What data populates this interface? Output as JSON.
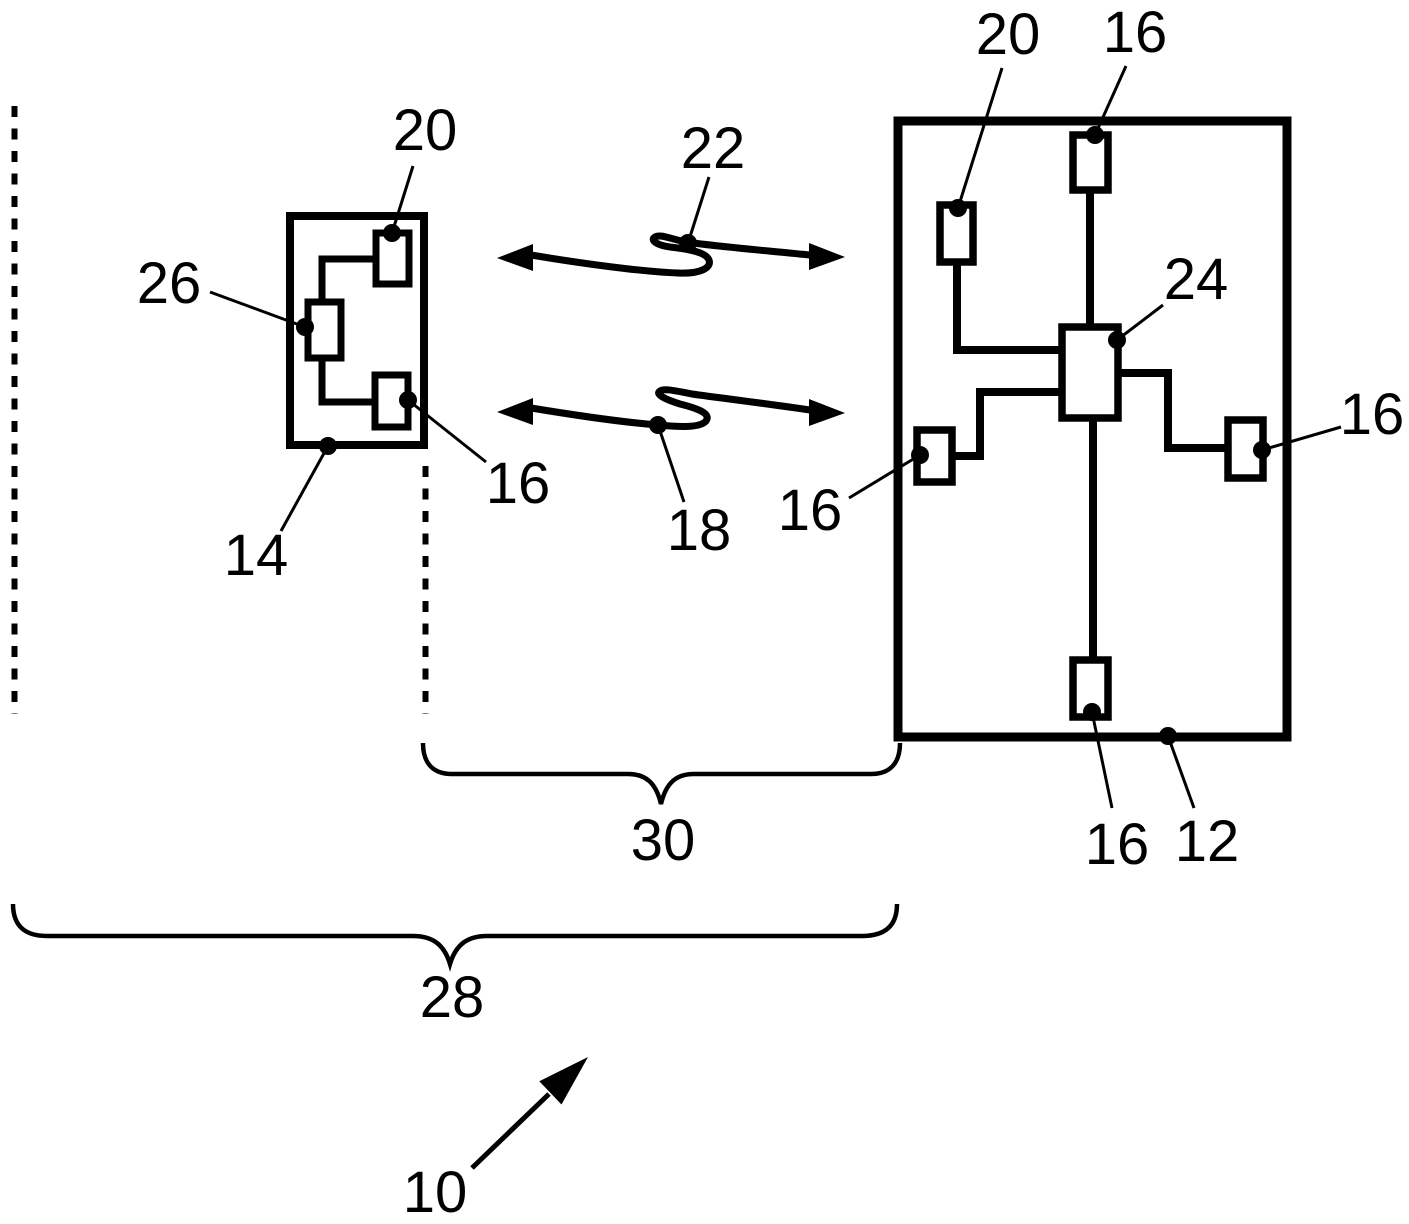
{
  "figure": {
    "kind": "patent-style schematic drawing",
    "ink_color": "#000000",
    "background_color": "#ffffff",
    "labels": [
      {
        "text": "20",
        "target": "remote-unit-transceiver"
      },
      {
        "text": "26",
        "target": "remote-unit-controller"
      },
      {
        "text": "16",
        "target": "remote-unit-sensor"
      },
      {
        "text": "14",
        "target": "remote-unit-box"
      },
      {
        "text": "22",
        "target": "upper-wireless-link"
      },
      {
        "text": "18",
        "target": "lower-wireless-link"
      },
      {
        "text": "20",
        "target": "base-unit-transceiver"
      },
      {
        "text": "16",
        "target": "base-unit-sensor-top"
      },
      {
        "text": "24",
        "target": "base-unit-central-controller"
      },
      {
        "text": "16",
        "target": "base-unit-sensor-left"
      },
      {
        "text": "16",
        "target": "base-unit-sensor-right"
      },
      {
        "text": "16",
        "target": "base-unit-sensor-bottom"
      },
      {
        "text": "12",
        "target": "base-unit-box"
      },
      {
        "text": "30",
        "target": "brace-subsystem"
      },
      {
        "text": "28",
        "target": "brace-whole-system"
      },
      {
        "text": "10",
        "target": "figure-reference-arrow"
      }
    ]
  }
}
